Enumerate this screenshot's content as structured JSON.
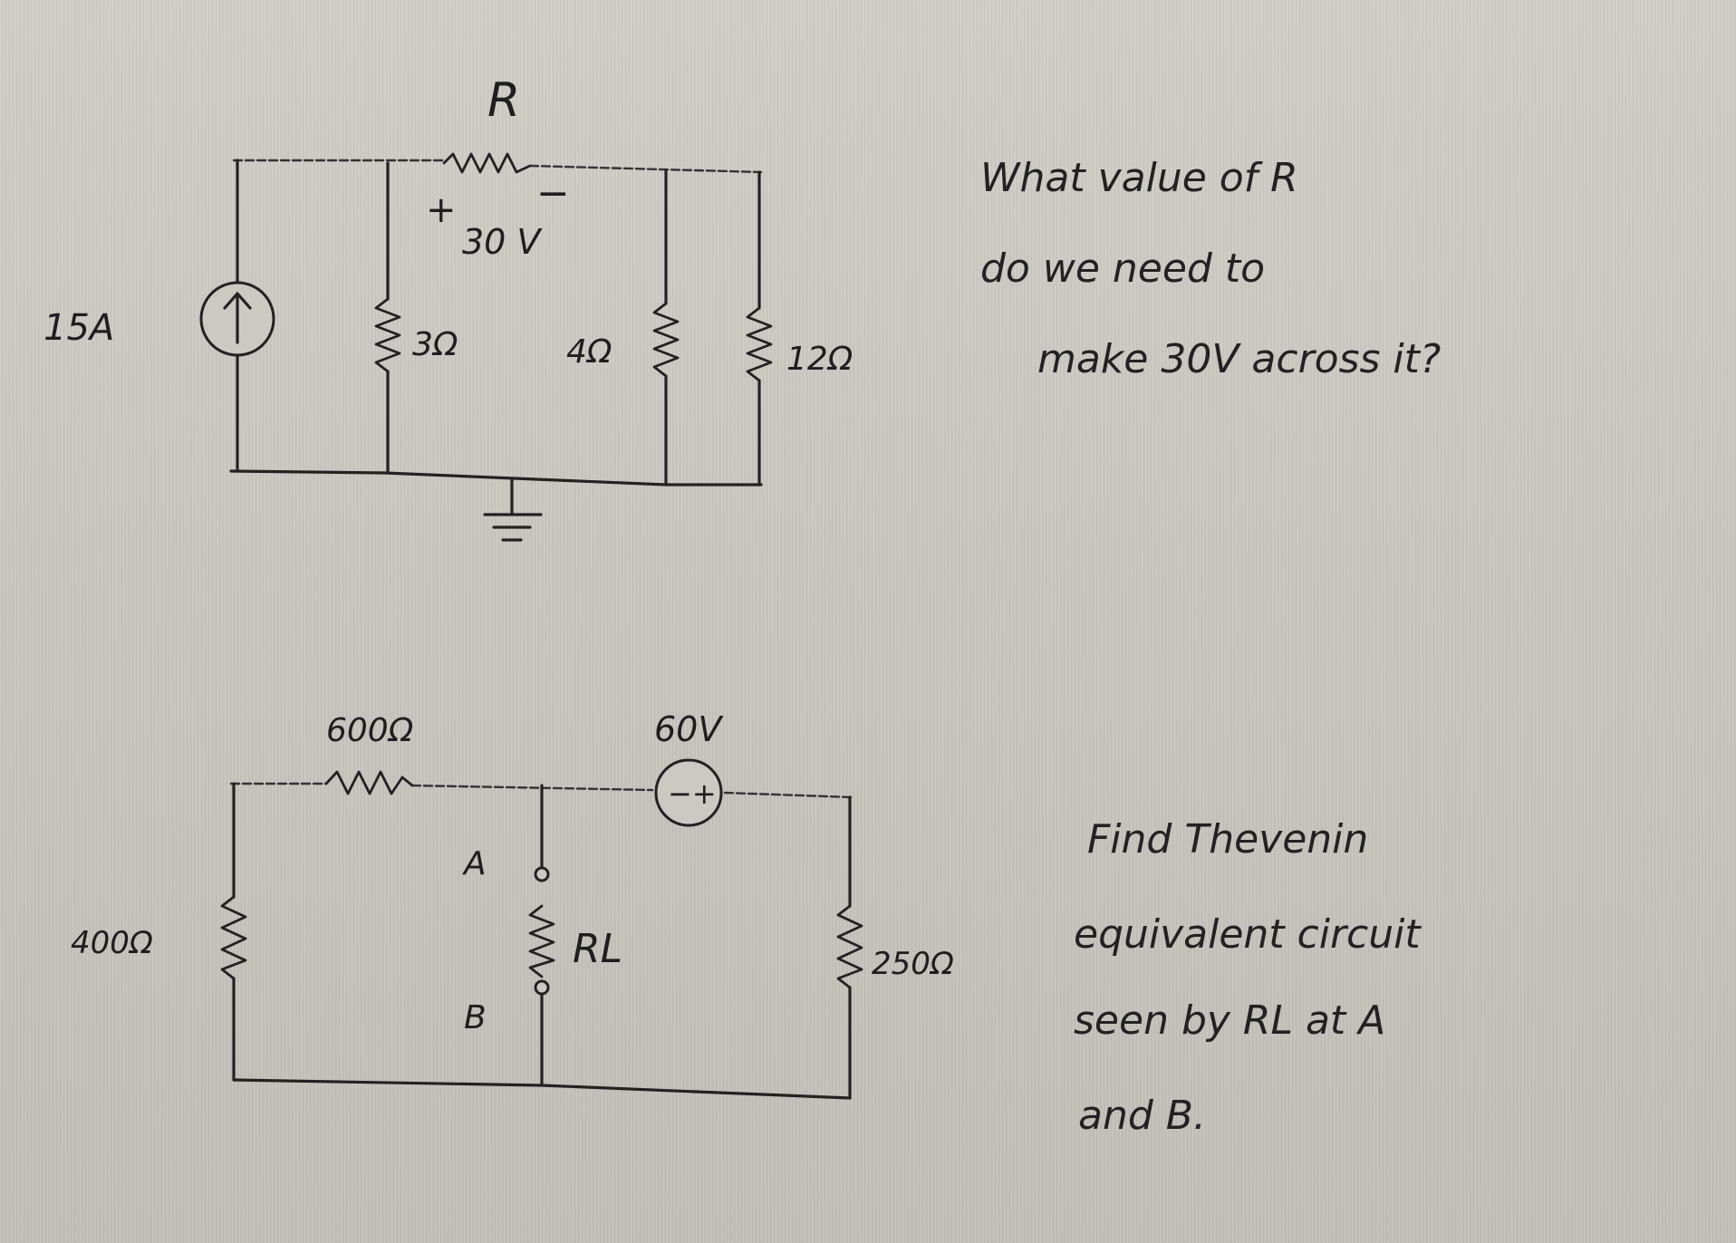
{
  "circuit1": {
    "current_source": "15A",
    "resistor_R": "R",
    "voltage_plus": "+",
    "voltage_value": "30 V",
    "voltage_minus": "−",
    "r_3": "3Ω",
    "r_4": "4Ω",
    "r_12": "12Ω",
    "question": [
      "What value of R",
      "do we need to",
      "make 30V across it?"
    ]
  },
  "circuit2": {
    "r_600": "600Ω",
    "v_source": "60V",
    "v_source_symbol": "−+",
    "r_400": "400Ω",
    "r_250": "250Ω",
    "r_load": "RL",
    "node_a": "A",
    "node_b": "B",
    "question": [
      "Find Thevenin",
      "equivalent circuit",
      "seen by RL at A",
      "and B."
    ]
  }
}
